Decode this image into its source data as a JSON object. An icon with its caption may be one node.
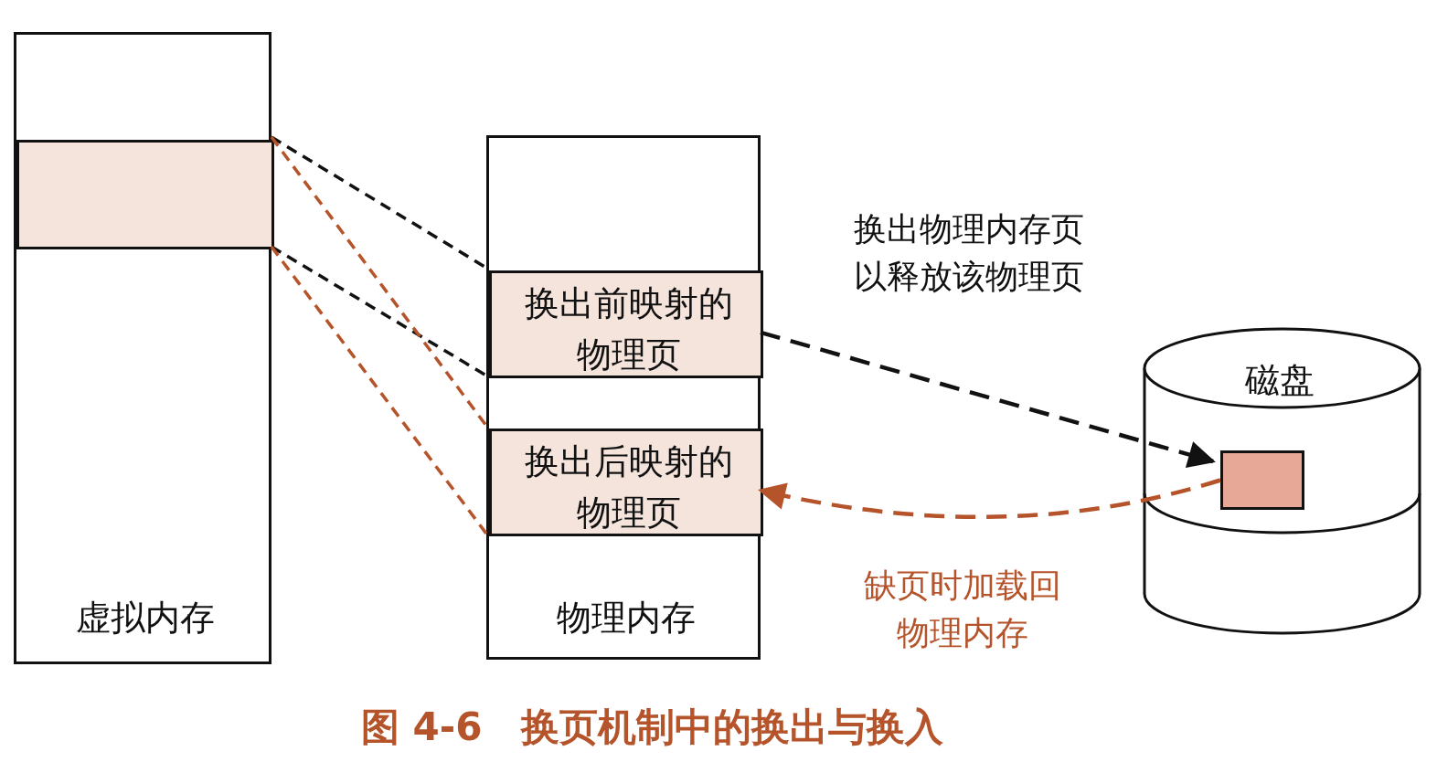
{
  "diagram": {
    "caption": "图 4-6　换页机制中的换出与换入",
    "nodes": [
      {
        "text": [
          "虚拟内存"
        ]
      },
      {
        "text": [],
        "shape": "box",
        "in": 0
      },
      {
        "text": [
          "物理内存"
        ]
      },
      {
        "text": [
          "换出前映射的物理页"
        ],
        "in": 2
      },
      {
        "text": [
          "换出后映射的物理页"
        ],
        "in": 2
      },
      {
        "text": [
          "磁盘"
        ]
      },
      {
        "text": [],
        "shape": "box",
        "in": 5
      }
    ],
    "edges": [
      {
        "from": 1,
        "to": 3,
        "arrow": "none",
        "style": "dashed"
      },
      {
        "from": 1,
        "to": 3,
        "arrow": "none",
        "style": "dashed"
      },
      {
        "from": 1,
        "to": 4,
        "arrow": "none",
        "style": "dashed",
        "color": "#b5532a"
      },
      {
        "from": 1,
        "to": 4,
        "arrow": "none",
        "style": "dashed",
        "color": "#b5532a"
      },
      {
        "from": 3,
        "to": 6,
        "arrow": "to",
        "style": "dashed",
        "label": "换出物理内存页以释放该物理页"
      },
      {
        "from": 6,
        "to": 4,
        "arrow": "to",
        "style": "dashed",
        "color": "#b5532a",
        "label": "缺页时加载回物理内存"
      }
    ]
  }
}
